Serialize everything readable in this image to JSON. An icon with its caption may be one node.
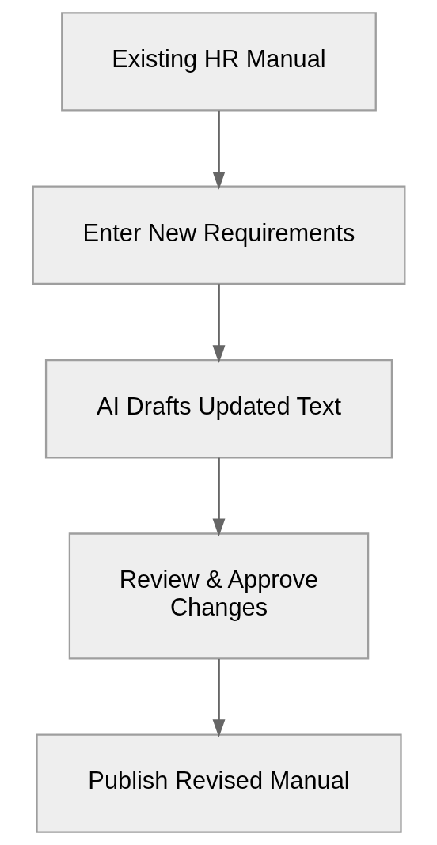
{
  "diagram": {
    "nodes": [
      {
        "text": [
          "Existing HR Manual"
        ]
      },
      {
        "text": [
          "Enter New Requirements"
        ]
      },
      {
        "text": [
          "AI Drafts Updated Text"
        ]
      },
      {
        "text": [
          "Review & Approve Changes"
        ]
      },
      {
        "text": [
          "Publish Revised Manual"
        ]
      }
    ],
    "edges": [
      {
        "from": 0,
        "to": 1,
        "arrow": "to"
      },
      {
        "from": 1,
        "to": 2,
        "arrow": "to"
      },
      {
        "from": 2,
        "to": 3,
        "arrow": "to"
      },
      {
        "from": 3,
        "to": 4,
        "arrow": "to"
      }
    ]
  }
}
